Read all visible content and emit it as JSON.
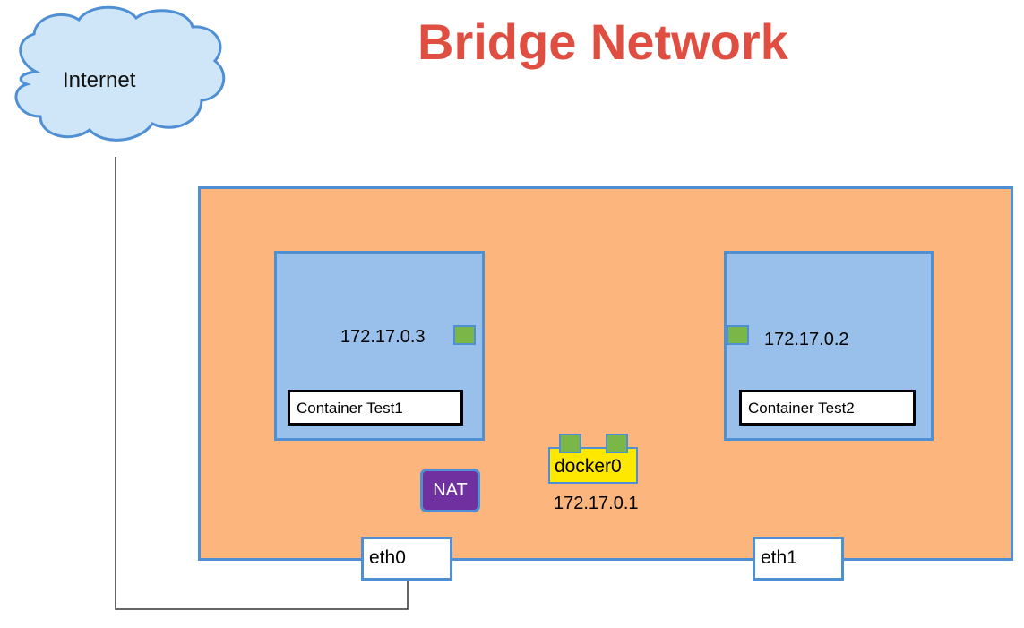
{
  "title": "Bridge Network",
  "internet": {
    "label": "Internet"
  },
  "containers": [
    {
      "name": "Container Test1",
      "ip": "172.17.0.3"
    },
    {
      "name": "Container Test2",
      "ip": "172.17.0.2"
    }
  ],
  "bridge": {
    "name": "docker0",
    "ip": "172.17.0.1"
  },
  "nat": {
    "label": "NAT"
  },
  "interfaces": [
    {
      "label": "eth0"
    },
    {
      "label": "eth1"
    }
  ],
  "colors": {
    "title": "#e04e42",
    "host": "#fdb57e",
    "container": "#98c0ea",
    "border": "#4f8fd4",
    "port": "#7ab648",
    "bridge": "#ffe800",
    "nat": "#7130a0",
    "cloud": "#cfe6f8"
  }
}
